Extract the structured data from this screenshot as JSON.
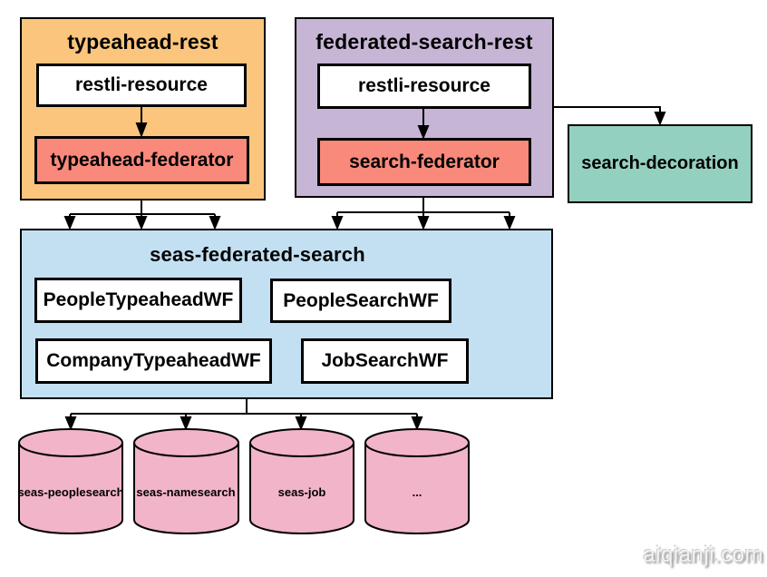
{
  "diagram": {
    "typeahead_rest": {
      "title": "typeahead-rest",
      "restli_resource": "restli-resource",
      "federator": "typeahead-federator"
    },
    "federated_search_rest": {
      "title": "federated-search-rest",
      "restli_resource": "restli-resource",
      "federator": "search-federator"
    },
    "search_decoration": {
      "title": "search-decoration"
    },
    "seas_federated_search": {
      "title": "seas-federated-search",
      "workflows": [
        "PeopleTypeaheadWF",
        "PeopleSearchWF",
        "CompanyTypeaheadWF",
        "JobSearchWF"
      ]
    },
    "databases": [
      "seas-peoplesearch",
      "seas-namesearch",
      "seas-job",
      "..."
    ],
    "colors": {
      "group_orange": "#FBC57D",
      "federator_salmon": "#F9897B",
      "group_purple": "#C6B5D5",
      "decoration_teal": "#94D0C0",
      "group_blue": "#C3E0F2",
      "database_pink": "#F2B4C8",
      "line_black": "#000000"
    },
    "watermark": "aiqianji.com"
  }
}
